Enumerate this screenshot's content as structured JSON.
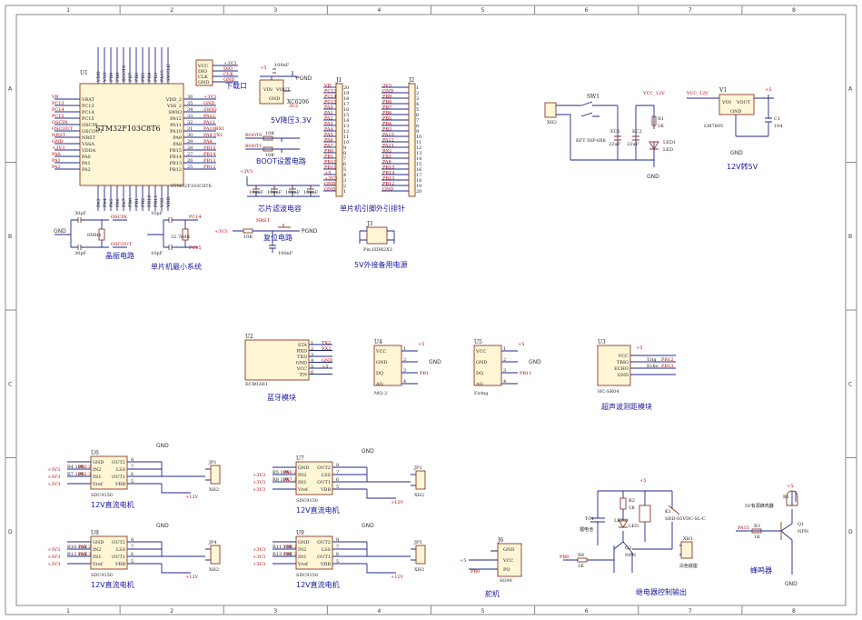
{
  "sheet": {
    "col_labels": [
      "1",
      "2",
      "3",
      "4",
      "5",
      "6",
      "7",
      "8"
    ],
    "row_labels": [
      "A",
      "B",
      "C",
      "D"
    ]
  },
  "mcu": {
    "ref": "U1",
    "part": "STM32F103C8T6",
    "part_small": "STM32F103C8T6",
    "left_pins": [
      "VBAT",
      "PC13",
      "PC14",
      "PC15",
      "OSCIN",
      "OSCOUT",
      "NRST",
      "VSSA",
      "VDDA",
      "PA0",
      "PA1",
      "PA2"
    ],
    "left_nets": [
      "VB",
      "PC13",
      "PC14",
      "PC15",
      "OSCIN",
      "OSCOUT",
      "NRST",
      "GND",
      "+3V3",
      "PA0",
      "PA1",
      "PA2"
    ],
    "right_pins": [
      "VDD_2",
      "VSS_2",
      "SWIO",
      "PA12",
      "PA11",
      "PA10",
      "PA9",
      "PA8",
      "PB15",
      "PB14",
      "PB13",
      "PB12"
    ],
    "right_nums": [
      "36",
      "35",
      "34",
      "33",
      "32",
      "31",
      "30",
      "29",
      "28",
      "27",
      "26",
      "25"
    ],
    "right_nets": [
      "+3V3",
      "GND",
      "SWIO",
      "PA12",
      "PA11",
      "PA10RX1",
      "PA9 TX1",
      "PA8",
      "PB15",
      "PB14",
      "PB13",
      "PB12"
    ],
    "top_pins": [
      "VDD",
      "VSS",
      "PB9",
      "PB8",
      "BOOT0",
      "PB7",
      "PB6",
      "PB5",
      "PB4",
      "PB3",
      "PA15",
      "SWCLK"
    ],
    "bottom_pins": [
      "PA3",
      "PA4",
      "PA5",
      "PA6",
      "PA7",
      "PB0",
      "PB1",
      "PB2",
      "PB10",
      "PB11",
      "VSS",
      "VDD"
    ]
  },
  "debug": {
    "pins": [
      "VCC",
      "DIO",
      "CLK",
      "GND"
    ],
    "nets": [
      "+3V3",
      "DIO",
      "CLK",
      "GND"
    ],
    "title": "下载口"
  },
  "crystal": {
    "c1": "30pF",
    "c2": "30pF",
    "c3": "10pF",
    "c4": "10pF",
    "y1": "8MHz",
    "y2": "32.768K",
    "osc_in": "OSCIN",
    "osc_out": "OSCOUT",
    "pc14": "PC14",
    "pc15": "PC15",
    "gnd": "GND",
    "title": "晶振电路",
    "system_title": "单片机最小系统"
  },
  "ldo": {
    "ref": "XC6206",
    "pins": [
      "VIN",
      "GND",
      "VOUT"
    ],
    "nets": [
      "+5",
      "PGND",
      "3V3"
    ],
    "cap": "100nF",
    "title": "5V降压3.3V"
  },
  "boot": {
    "boot0": "BOOT0",
    "boot1": "BOOT1",
    "r1": "10K",
    "r2": "10K",
    "title": "BOOT设置电路"
  },
  "decoupling": {
    "rail": "+3V3",
    "caps": [
      "100nF",
      "100nF",
      "100nF",
      "100nF"
    ],
    "title": "芯片滤波电容"
  },
  "reset": {
    "rail": "+3V3",
    "net": "NRST",
    "r": "10K",
    "cap": "100nF",
    "gnd": "PGND",
    "title": "复位电路"
  },
  "headers": {
    "j1": "J1",
    "j2": "J2",
    "j1_nets": [
      "VB",
      "PC13",
      "PC14",
      "PC15",
      "PA0",
      "PA1",
      "PA2",
      "PA3",
      "PA4",
      "PA5",
      "PA6",
      "PA7",
      "PB0",
      "PB1",
      "PB10",
      "PB11",
      "+5",
      "+3V3",
      "GND",
      "GND"
    ],
    "j1_nums": [
      "20",
      "19",
      "18",
      "17",
      "16",
      "15",
      "14",
      "13",
      "12",
      "11",
      "10",
      "9",
      "8",
      "7",
      "6",
      "5",
      "4",
      "3",
      "2",
      "1"
    ],
    "j2_nets": [
      "3V3",
      "GND",
      "PB9",
      "PB8",
      "PB7",
      "PB6",
      "PB5",
      "PB4",
      "PB3",
      "PA15",
      "PA12",
      "PA11",
      "RX1",
      "TX1",
      "PA8",
      "PB15",
      "PB14",
      "PB13",
      "PB12",
      "GND"
    ],
    "j2_nums": [
      "1",
      "2",
      "3",
      "4",
      "5",
      "6",
      "7",
      "8",
      "9",
      "10",
      "11",
      "12",
      "13",
      "14",
      "15",
      "16",
      "17",
      "18",
      "19",
      "20"
    ],
    "title": "单片机引脚外引排针"
  },
  "ext5v": {
    "ref": "J3",
    "part": "Pin HDR2X3",
    "title": "5V外接备用电源"
  },
  "power12": {
    "conn": "XH2",
    "sw": "SW1",
    "sw_part": "KFT DIP-8X8",
    "ec1": "EC1",
    "ec1_val": "22uF",
    "ec2": "EC2",
    "ec2_val": "22uF",
    "r1": "R1",
    "r1_val": "1K",
    "led": "LED1",
    "led_part": "LED",
    "vcc": "VCC_12V",
    "gnd": "GND"
  },
  "reg5": {
    "ref": "V1",
    "part": "LM7805",
    "vin": "VIN",
    "vout": "VOUT",
    "gnd": "GND",
    "vcc": "VCC_12V",
    "out": "+5",
    "cap": "C1",
    "cap_val": "104",
    "title": "12V转5V"
  },
  "bt": {
    "ref": "U2",
    "part": "ECB02H1",
    "pins": [
      "STA",
      "RXD",
      "TXD",
      "GND",
      "VCC",
      "EN"
    ],
    "nets": [
      "TX2",
      "RX2",
      "",
      "GND",
      "+5",
      ""
    ],
    "title": "蓝牙模块"
  },
  "mq2": {
    "ref": "U4",
    "part": "MQ-2",
    "pins": [
      "VCC",
      "GND",
      "DQ",
      "AQ"
    ],
    "vcc": "+5",
    "gnd": "GND",
    "sig": "PB1"
  },
  "fire": {
    "ref": "U5",
    "part": "Firing",
    "pins": [
      "VCC",
      "GND",
      "DQ",
      "AQ"
    ],
    "vcc": "+5",
    "gnd": "GND",
    "sig": "PB11"
  },
  "sonic": {
    "ref": "U3",
    "part": "HC-SR04",
    "pins": [
      "VCC",
      "TRIG",
      "ECHO",
      "GND"
    ],
    "vcc": "+5",
    "trig": "Trig",
    "echo": "Echo",
    "trig_net": "PB12",
    "echo_net": "PB13",
    "title": "超声波测距模块"
  },
  "motors": [
    {
      "ref": "U6",
      "conn": "JP1",
      "r1": "R4",
      "r2": "R7",
      "v": "10K",
      "in1": "PA0",
      "in2": "PA1",
      "n1": "2",
      "n2": "3"
    },
    {
      "ref": "U7",
      "conn": "JP2",
      "r1": "R5",
      "r2": "R8",
      "v": "10K",
      "in1": "PA6",
      "in2": "PA7",
      "n1": "2",
      "n2": "3"
    },
    {
      "ref": "U8",
      "conn": "JP4",
      "r1": "R10",
      "r2": "R12",
      "v": "10K",
      "in1": "PA2",
      "in2": "PA3",
      "n1": "2",
      "n2": "3"
    },
    {
      "ref": "U9",
      "conn": "JP5",
      "r1": "R11",
      "r2": "R13",
      "v": "10K",
      "in1": "PB0",
      "in2": "PB1",
      "n1": "2",
      "n2": "3"
    }
  ],
  "motor_common": {
    "part": "SDC9150",
    "left_pins": [
      "GND",
      "IN2",
      "IN1",
      "Vref"
    ],
    "right_pins": [
      "OUT2",
      "LSS",
      "OUT1",
      "VBB"
    ],
    "right_nums": [
      "8",
      "7",
      "6",
      "5"
    ],
    "rail": "+3V3",
    "vm": "+12V",
    "gnd": "GND",
    "title": "12V直流电机",
    "xh": "XH2"
  },
  "servo": {
    "ref": "J6",
    "part": "SG90",
    "pins": [
      "GND",
      "VCC",
      "PO"
    ],
    "vcc": "+5",
    "sig": "PB0",
    "title": "舵机"
  },
  "relay": {
    "tc": "TC1",
    "tc_desc": "锂电池",
    "r2": "R2",
    "r2_val": "1K",
    "led": "LED2",
    "led_part": "LED",
    "k": "K1",
    "k_part": "SRD-05VDC-SL-C",
    "q": "Q2",
    "q_type": "NPN",
    "rb": "R8",
    "rb_val": "1K",
    "pin": "PB8",
    "out": "XH1",
    "out_desc": "白色底座",
    "vcc": "+5",
    "title": "继电器控制输出"
  },
  "buzzer": {
    "ref": "B1",
    "desc": "5V有源蜂鸣器",
    "q": "Q1",
    "q_type": "NPN",
    "r": "R3",
    "r_val": "1K",
    "pin": "PA15",
    "vcc": "+5",
    "gnd": "GND",
    "title": "蜂鸣器"
  }
}
